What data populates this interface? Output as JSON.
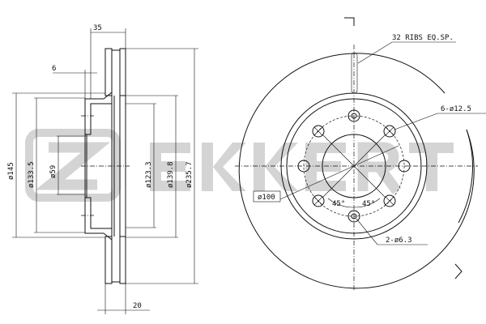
{
  "watermark": {
    "brand": "ZEKKERT",
    "color": "#d4d4d4"
  },
  "section_view": {
    "width_total": "35",
    "hat_offset": "6",
    "disc_thickness": "20",
    "dia_145": "ø145",
    "dia_133_5": "ø133.5",
    "dia_59": "ø59",
    "dia_123_3": "ø123.3",
    "dia_139_8": "ø139.8",
    "dia_235_7": "ø235.7"
  },
  "front_view": {
    "ribs": "32 RIBS EQ.SP.",
    "bolt_holes": "6-ø12.5",
    "pcd": "ø100",
    "angle_left": "45°",
    "angle_right": "45°",
    "pin_holes": "2-ø6.3"
  }
}
